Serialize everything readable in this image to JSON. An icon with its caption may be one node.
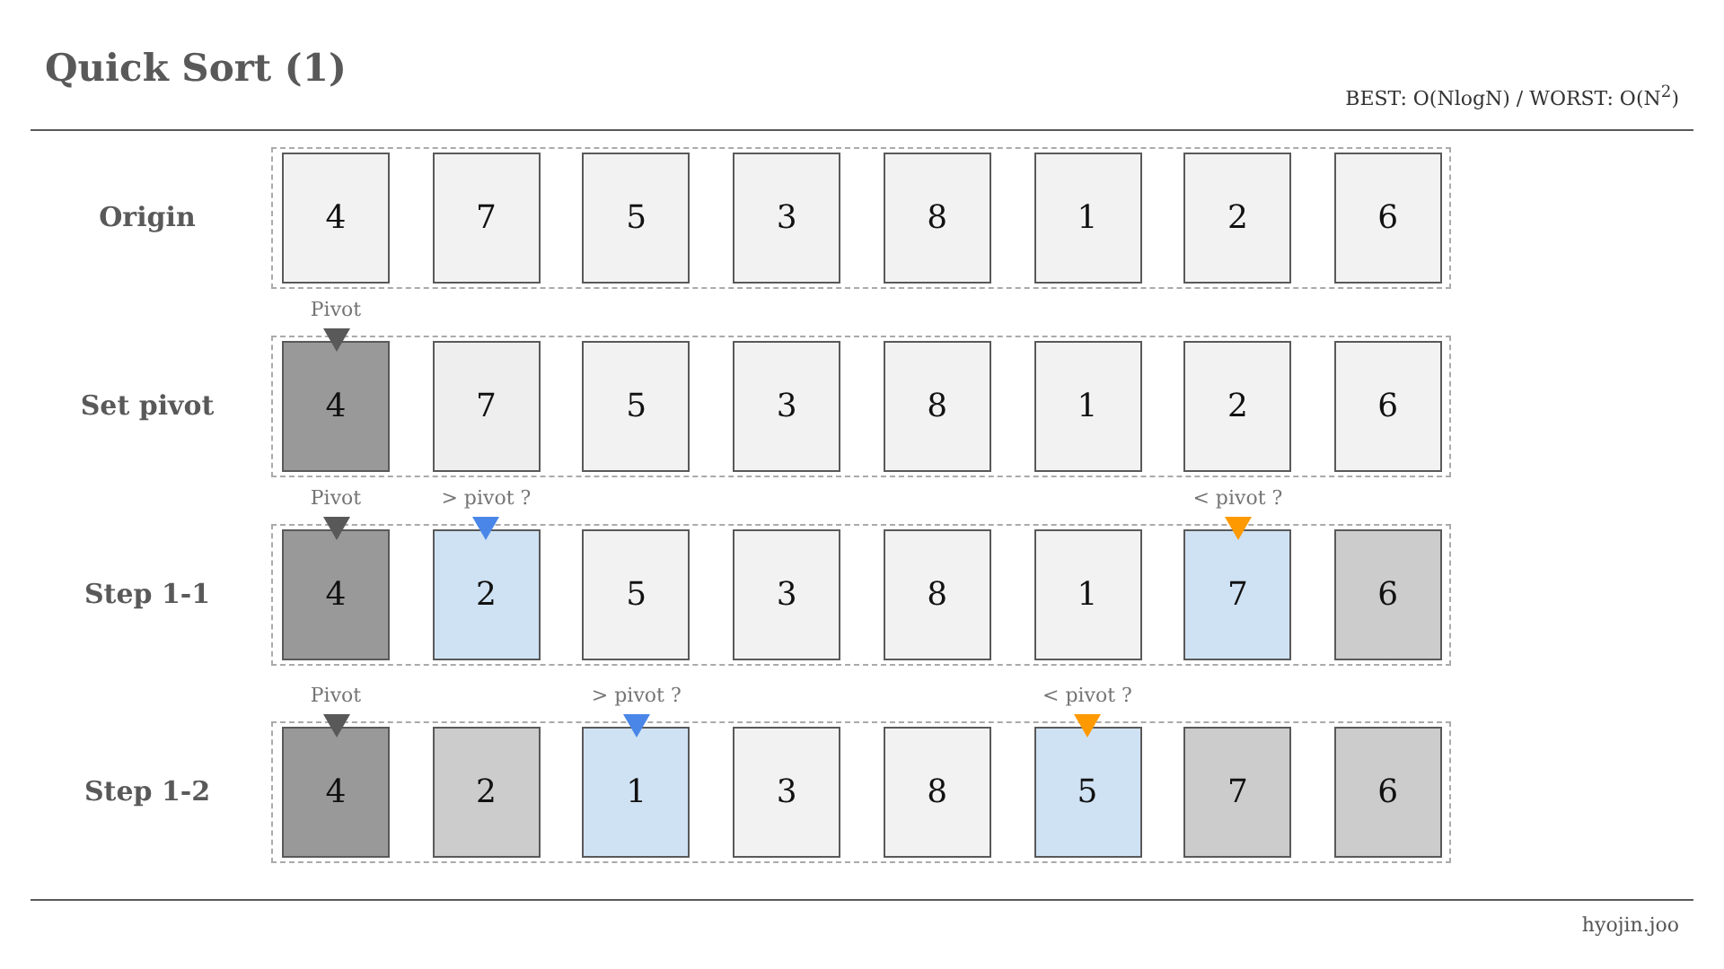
{
  "diagram": {
    "title": "Quick Sort (1)",
    "nodes": [
      {
        "text": [
          "Origin"
        ]
      },
      {
        "text": [
          "4"
        ],
        "in": 0
      },
      {
        "text": [
          "7"
        ],
        "in": 0
      },
      {
        "text": [
          "5"
        ],
        "in": 0
      },
      {
        "text": [
          "3"
        ],
        "in": 0
      },
      {
        "text": [
          "8"
        ],
        "in": 0
      },
      {
        "text": [
          "1"
        ],
        "in": 0
      },
      {
        "text": [
          "2"
        ],
        "in": 0
      },
      {
        "text": [
          "6"
        ],
        "in": 0
      },
      {
        "text": [
          "Set pivot"
        ]
      },
      {
        "text": [
          "4"
        ],
        "in": 9,
        "beside": [
          "Pivot"
        ]
      },
      {
        "text": [
          "7"
        ],
        "in": 9
      },
      {
        "text": [
          "5"
        ],
        "in": 9
      },
      {
        "text": [
          "3"
        ],
        "in": 9
      },
      {
        "text": [
          "8"
        ],
        "in": 9
      },
      {
        "text": [
          "1"
        ],
        "in": 9
      },
      {
        "text": [
          "2"
        ],
        "in": 9
      },
      {
        "text": [
          "6"
        ],
        "in": 9
      },
      {
        "text": [
          "Step 1-1"
        ]
      },
      {
        "text": [
          "4"
        ],
        "in": 18,
        "beside": [
          "Pivot"
        ]
      },
      {
        "text": [
          "2"
        ],
        "in": 18,
        "beside": [
          "> pivot ?"
        ]
      },
      {
        "text": [
          "5"
        ],
        "in": 18
      },
      {
        "text": [
          "3"
        ],
        "in": 18
      },
      {
        "text": [
          "8"
        ],
        "in": 18
      },
      {
        "text": [
          "1"
        ],
        "in": 18
      },
      {
        "text": [
          "7"
        ],
        "in": 18,
        "beside": [
          "< pivot ?"
        ]
      },
      {
        "text": [
          "6"
        ],
        "in": 18
      },
      {
        "text": [
          "Step 1-2"
        ]
      },
      {
        "text": [
          "4"
        ],
        "in": 27,
        "beside": [
          "Pivot"
        ]
      },
      {
        "text": [
          "2"
        ],
        "in": 27
      },
      {
        "text": [
          "1"
        ],
        "in": 27,
        "beside": [
          "> pivot ?"
        ]
      },
      {
        "text": [
          "3"
        ],
        "in": 27
      },
      {
        "text": [
          "8"
        ],
        "in": 27
      },
      {
        "text": [
          "5"
        ],
        "in": 27,
        "beside": [
          "< pivot ?"
        ]
      },
      {
        "text": [
          "7"
        ],
        "in": 27
      },
      {
        "text": [
          "6"
        ],
        "in": 27
      }
    ],
    "labels": [
      "BEST: O(NlogN) / WORST: O(N$^{2}$)",
      "hyojin.joo"
    ]
  }
}
